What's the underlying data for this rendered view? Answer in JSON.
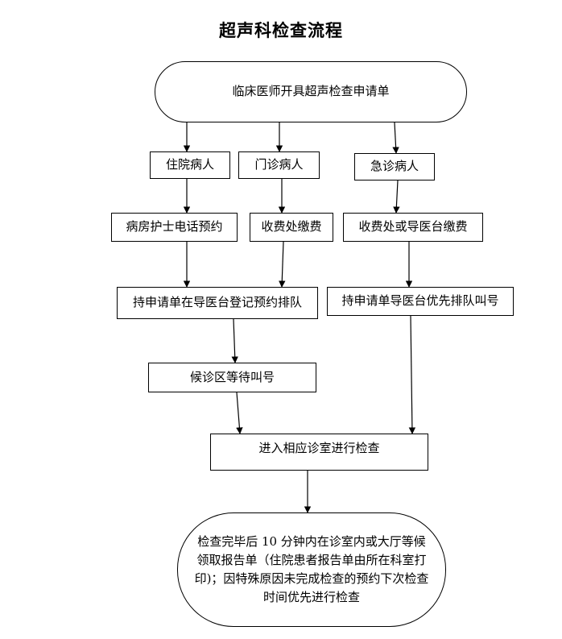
{
  "title": "超声科检查流程",
  "nodes": {
    "start": "临床医师开具超声检查申请单",
    "inpatient": "住院病人",
    "outpatient": "门诊病人",
    "emergency": "急诊病人",
    "ward_nurse_booking": "病房护士电话预约",
    "cashier_payment": "收费处缴费",
    "cashier_or_guide_payment": "收费处或导医台缴费",
    "register_queue": "持申请单在导医台登记预约排队",
    "priority_queue": "持申请单导医台优先排队叫号",
    "waiting_area": "候诊区等待叫号",
    "enter_room": "进入相应诊室进行检查",
    "end_lines": [
      "检查完毕后 10 分钟内在诊室内或大厅等候",
      "领取报告单（住院患者报告单由所在科室打",
      "印)；因特殊原因未完成检查的预约下次检查",
      "时间优先进行检查"
    ]
  }
}
